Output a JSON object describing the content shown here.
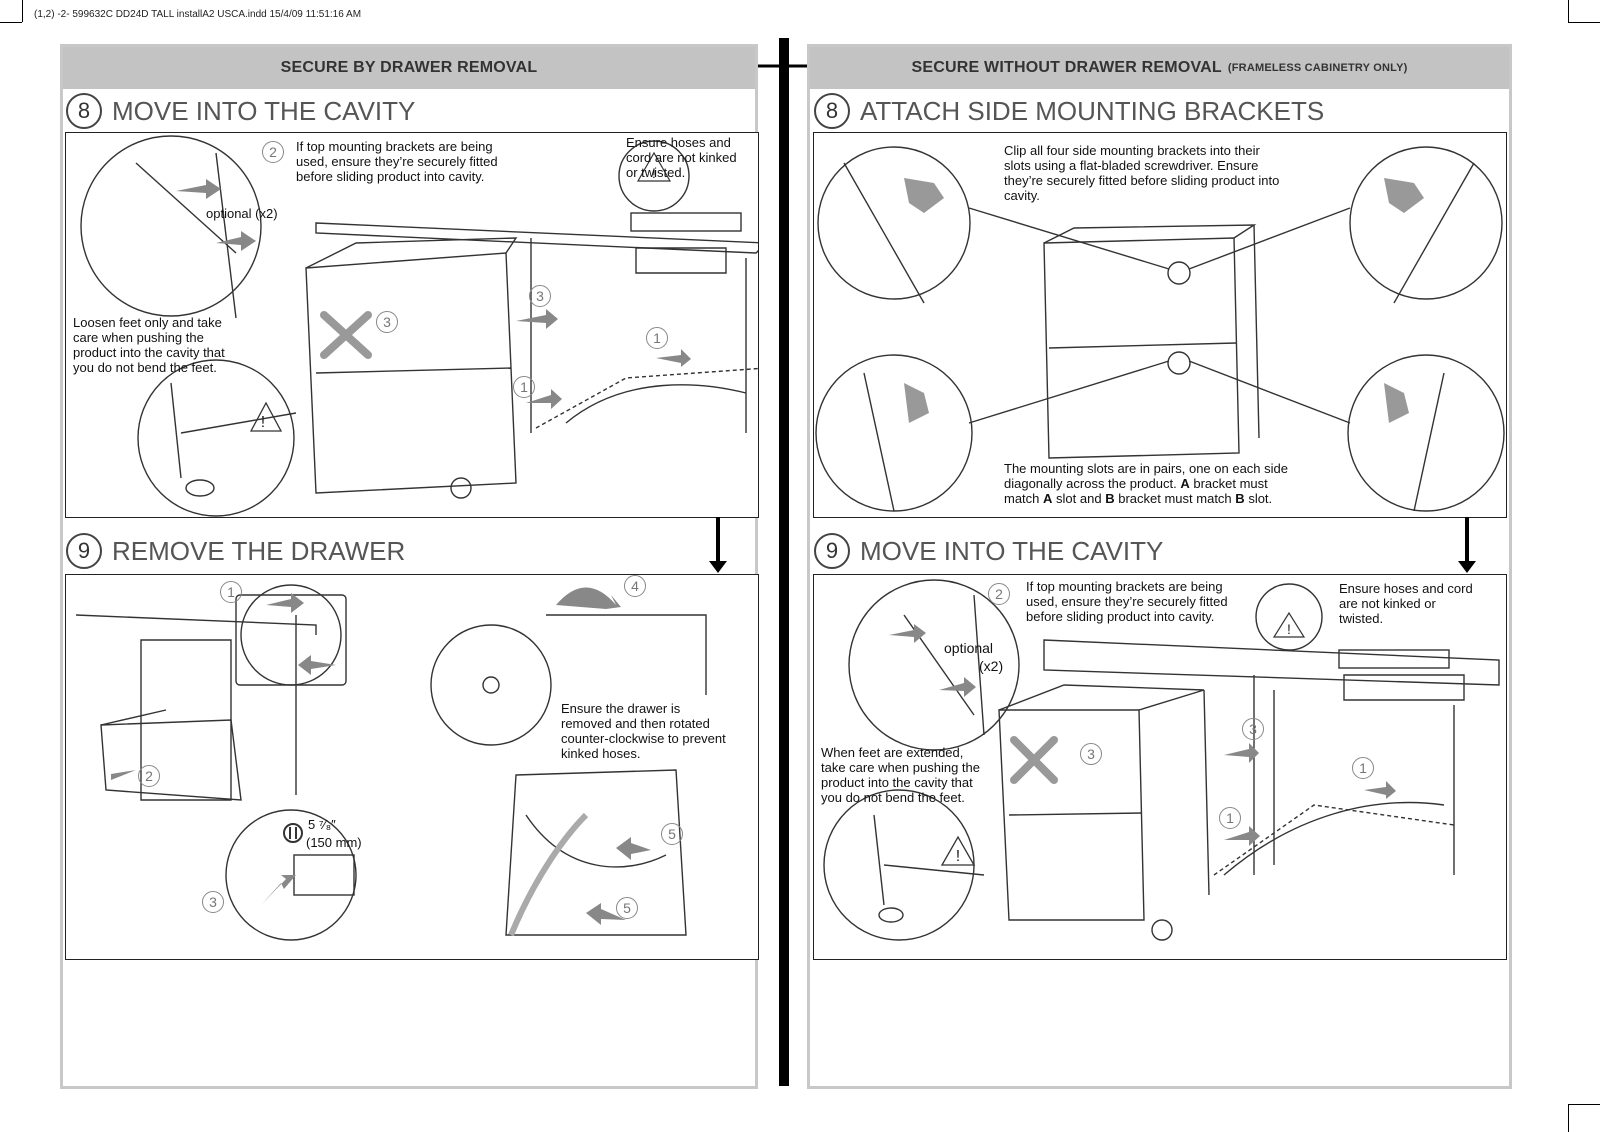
{
  "slug": "(1,2)  -2- 599632C DD24D TALL installA2 USCA.indd 15/4/09 11:51:16 AM",
  "left": {
    "header": "SECURE BY DRAWER REMOVAL",
    "step8": {
      "num": "8",
      "title": "MOVE INTO THE CAVITY",
      "note_brackets": "If top mounting brackets are being used, ensure they’re securely fitted before sliding product into cavity.",
      "note_hoses": "Ensure hoses and cord are not kinked or twisted.",
      "optional": "optional (x2)",
      "note_feet": "Loosen feet only and take care when pushing the product into the cavity that you do not bend the feet.",
      "n1": "1",
      "n2": "2",
      "n3": "3"
    },
    "step9": {
      "num": "9",
      "title": "REMOVE THE DRAWER",
      "note_drawer": "Ensure the drawer is removed and then rotated counter-clockwise to prevent kinked hoses.",
      "dim": "5 ⁷⁄₈″",
      "dim_mm": "(150 mm)",
      "n1": "1",
      "n2": "2",
      "n3": "3",
      "n4": "4",
      "n5": "5"
    }
  },
  "right": {
    "header": "SECURE WITHOUT DRAWER REMOVAL",
    "header_sub": "(FRAMELESS CABINETRY ONLY)",
    "step8": {
      "num": "8",
      "title": "ATTACH SIDE MOUNTING BRACKETS",
      "note_clip": "Clip all four side mounting brackets into their slots using a flat-bladed screwdriver. Ensure they’re securely fitted before sliding product into cavity.",
      "note_pairs_1": "The mounting slots are in pairs, one on each side diagonally across the product.",
      "note_pairs_A": "A",
      "note_pairs_2": "bracket must match",
      "note_pairs_A2": "A",
      "note_pairs_3": "slot and",
      "note_pairs_B": "B",
      "note_pairs_4": "bracket must match",
      "note_pairs_B2": "B",
      "note_pairs_5": "slot."
    },
    "step9": {
      "num": "9",
      "title": "MOVE INTO THE CAVITY",
      "note_brackets": "If top mounting brackets are being used, ensure they’re securely fitted before sliding product into cavity.",
      "note_hoses": "Ensure hoses and cord are not kinked or twisted.",
      "optional": "optional",
      "optional_x": "(x2)",
      "note_feet": "When feet are extended, take care when pushing the product into the cavity that you do not bend the feet.",
      "n1": "1",
      "n2": "2",
      "n3": "3"
    }
  }
}
